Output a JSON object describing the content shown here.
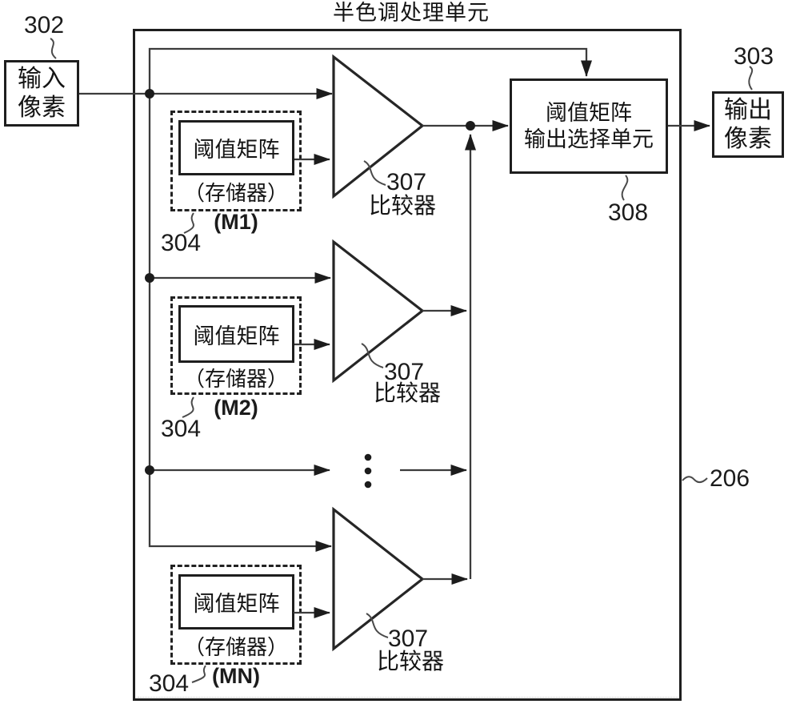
{
  "title": "半色调处理单元",
  "unit_ref": "206",
  "input_box": {
    "ref": "302",
    "line1": "输入",
    "line2": "像素"
  },
  "output_box": {
    "ref": "303",
    "line1": "输出",
    "line2": "像素"
  },
  "selector_box": {
    "ref": "308",
    "line1": "阈值矩阵",
    "line2": "输出选择单元"
  },
  "modules": [
    {
      "ref": "304",
      "matrix": "阈值矩阵",
      "memory": "（存储器）",
      "id": "(M1)"
    },
    {
      "ref": "304",
      "matrix": "阈值矩阵",
      "memory": "（存储器）",
      "id": "(M2)"
    },
    {
      "ref": "304",
      "matrix": "阈值矩阵",
      "memory": "（存储器）",
      "id": "(MN)"
    }
  ],
  "comparators": [
    {
      "ref": "307",
      "label": "比较器"
    },
    {
      "ref": "307",
      "label": "比较器"
    },
    {
      "ref": "307",
      "label": "比较器"
    }
  ]
}
